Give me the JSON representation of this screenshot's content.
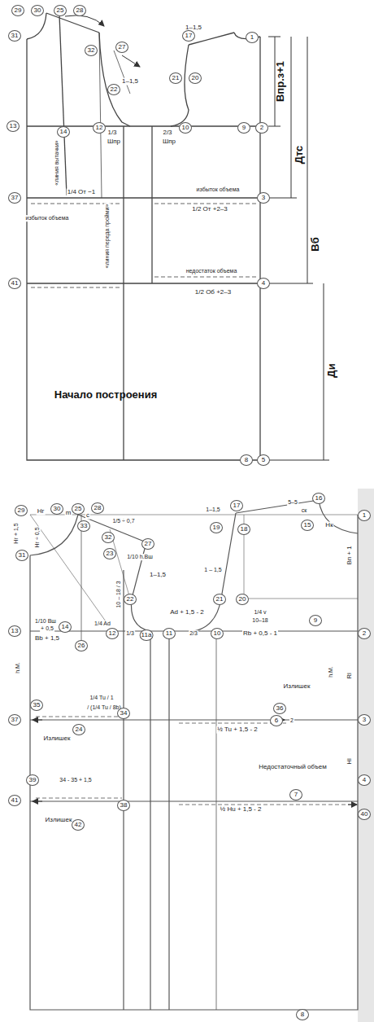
{
  "diagram": {
    "labels": [
      "Впр.з+1",
      "Дтс",
      "Вб",
      "Ди",
      "Начало построения",
      "«линия вытачки»",
      "«линия переда пройми»",
      "1/4 От −1",
      "1/2 От +2–3",
      "избыток объема",
      "избыток объема",
      "недостаток объема",
      "1/2 Об +2–3",
      "1–1,5",
      "1–1,5",
      "1/3",
      "Шпр",
      "2/3",
      "Шпр",
      "1",
      "9",
      "2",
      "3",
      "4",
      "5",
      "13",
      "8",
      "41",
      "37",
      "10",
      "12",
      "14",
      "21",
      "20",
      "17",
      "29",
      "30",
      "25",
      "28",
      "31",
      "32",
      "27",
      "22",
      "29",
      "Нг",
      "30",
      "m",
      "25",
      "28",
      "Нг + 1,5",
      "Нг ÷ 0,5",
      "31",
      "33",
      "с",
      "1/5 ÷ 0,7",
      "27",
      "32",
      "23",
      "1/10 h.Вш",
      "1–1,5",
      "10 – 18 / 3",
      "22",
      "1–1,5",
      "17",
      "16",
      "19",
      "18",
      "5–5",
      "ск",
      "15",
      "Нк",
      "1",
      "Вп + 1",
      "1 – 1,5",
      "21",
      "20",
      "1/4 v",
      "10–18",
      "1/10 Вш",
      "+ 0,5",
      "13",
      "14",
      "Вb + 1,5",
      "1/4 Ad",
      "Ad + 1,5 - 2",
      "12",
      "1/3",
      "11а",
      "11",
      "2/3",
      "10",
      "Rb + 0,5 - 1",
      "9",
      "2",
      "26",
      "h.M.",
      "h.M.",
      "Rl",
      "1/4 Tu / 1",
      "/ (1/4 Tu / 8b)",
      "34",
      "35",
      "37",
      "24",
      "Излишек",
      "Излишек",
      "36",
      "6",
      "2",
      "3",
      "½ Tu + 1,5 - 2",
      "Hl",
      "Недостаточный объем",
      "39",
      "34 - 35 + 1,5",
      "4",
      "41",
      "38",
      "7",
      "40",
      "Излишек",
      "42",
      "½ Hu + 1,5 - 2",
      "8"
    ]
  }
}
